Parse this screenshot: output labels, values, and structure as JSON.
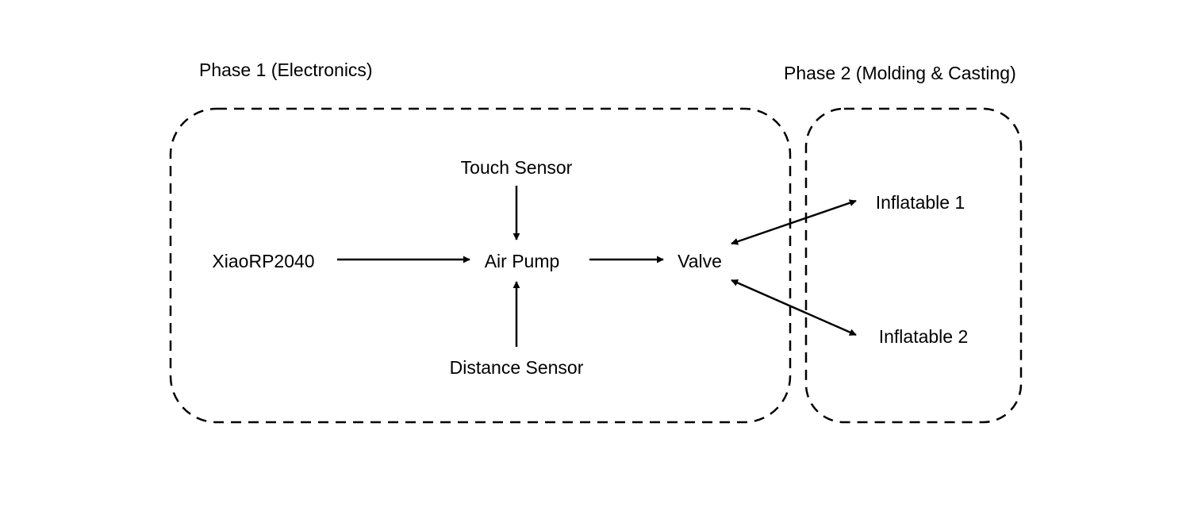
{
  "phases": [
    {
      "title": "Phase 1 (Electronics)"
    },
    {
      "title": "Phase 2 (Molding & Casting)"
    }
  ],
  "nodes": {
    "touch_sensor": "Touch Sensor",
    "xiao": "XiaoRP2040",
    "air_pump": "Air Pump",
    "valve": "Valve",
    "distance_sensor": "Distance Sensor",
    "inflatable_1": "Inflatable 1",
    "inflatable_2": "Inflatable 2"
  },
  "colors": {
    "stroke": "#000000",
    "background": "#ffffff"
  }
}
